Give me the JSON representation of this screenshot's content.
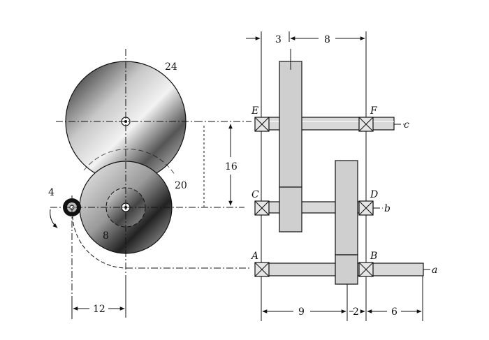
{
  "gear_labels": {
    "g24": "24",
    "g20": "20",
    "g8": "8",
    "g4": "4",
    "g3": "3"
  },
  "bearing_labels": {
    "A": "A",
    "B": "B",
    "C": "C",
    "D": "D",
    "E": "E",
    "F": "F"
  },
  "shaft_labels": {
    "a": "a",
    "b": "b",
    "c": "c"
  },
  "dimensions": {
    "top_spacing": "8",
    "vertical_spacing": "16",
    "left_spacing": "12",
    "bottom_left": "9",
    "bottom_mid": "2",
    "bottom_right": "6"
  },
  "colors": {
    "ink": "#111111",
    "paper": "#ffffff",
    "gear_fill": "#cfcfcf"
  }
}
